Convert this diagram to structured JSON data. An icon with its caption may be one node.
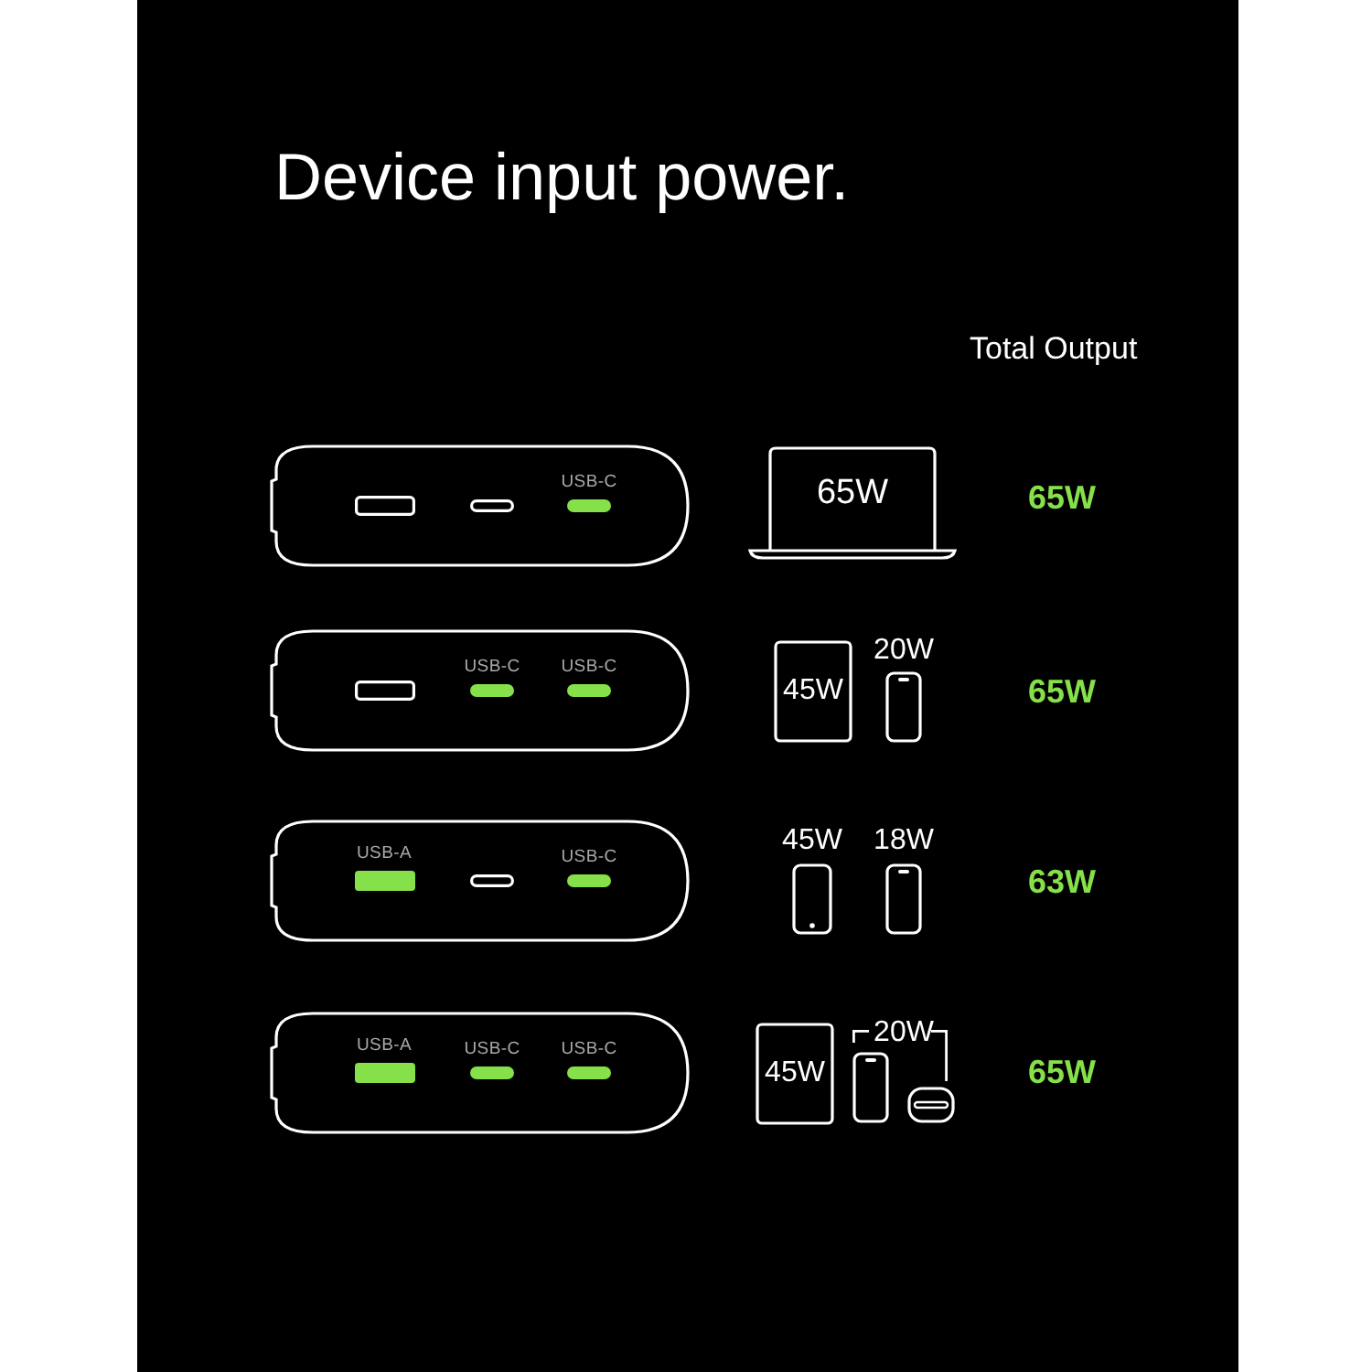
{
  "diagram": {
    "title": "Device input power.",
    "nodes": [
      {
        "text": [],
        "shape": "box"
      },
      {
        "text": [],
        "shape": "box",
        "in": 0
      },
      {
        "text": [],
        "shape": "bar",
        "in": 0
      },
      {
        "text": [
          "USB-C"
        ],
        "in": 0
      },
      {
        "text": [
          "65W"
        ]
      },
      {
        "text": [],
        "shape": "box"
      },
      {
        "text": [],
        "shape": "box",
        "in": 5
      },
      {
        "text": [
          "USB-C"
        ],
        "in": 5
      },
      {
        "text": [
          "USB-C"
        ],
        "in": 5
      },
      {
        "text": [
          "45W"
        ]
      },
      {
        "text": [
          "20W"
        ]
      },
      {
        "text": [],
        "shape": "box"
      },
      {
        "text": [
          "USB-A"
        ],
        "in": 11
      },
      {
        "text": [],
        "shape": "bar",
        "in": 11
      },
      {
        "text": [
          "USB-C"
        ],
        "in": 11
      },
      {
        "text": [
          "45W"
        ]
      },
      {
        "text": [
          "18W"
        ]
      },
      {
        "text": [],
        "shape": "box"
      },
      {
        "text": [
          "USB-A"
        ],
        "in": 17
      },
      {
        "text": [
          "USB-C"
        ],
        "in": 17
      },
      {
        "text": [
          "USB-C"
        ],
        "in": 17
      },
      {
        "text": [
          "45W"
        ]
      },
      {
        "text": [
          "20W"
        ]
      },
      {
        "text": [],
        "shape": "picture",
        "in": 22
      },
      {
        "text": [],
        "shape": "picture",
        "in": 22
      }
    ],
    "labels": [
      "Total Output",
      "65W",
      "65W",
      "63W",
      "65W"
    ]
  }
}
